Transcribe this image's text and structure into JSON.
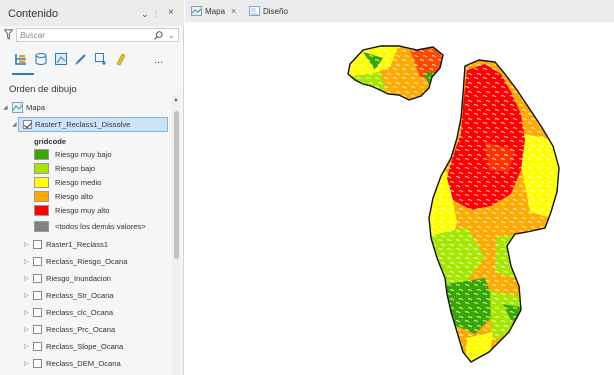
{
  "pane": {
    "title": "Contenido",
    "controls": {
      "menu": "⌄",
      "pin": "⫶",
      "close": "×"
    }
  },
  "search": {
    "placeholder": "Buscar"
  },
  "toolbar": {
    "more": "..."
  },
  "drawing_order": "Orden de dibujo",
  "tree": {
    "map": "Mapa",
    "selected_layer": "RasterT_Reclass1_Dissolve",
    "field": "gridcode",
    "legend": [
      {
        "label": "Riesgo muy bajo",
        "color": "#38a800"
      },
      {
        "label": "Riesgo bajo",
        "color": "#a6e600"
      },
      {
        "label": "Riesgo medio",
        "color": "#ffff00"
      },
      {
        "label": "Riesgo alto",
        "color": "#ffaa00"
      },
      {
        "label": "Riesgo muy alto",
        "color": "#ff0000"
      },
      {
        "label": "<todos los demás valores>",
        "color": "#828282"
      }
    ],
    "layers": [
      "Raster1_Reclass1",
      "Reclass_Riesgo_Ocana",
      "Riesgo_Inundacion",
      "Reclass_Str_Ocana",
      "Reclass_clc_Ocana",
      "Reclass_Prc_Ocana",
      "Reclass_Slope_Ocana",
      "Reclass_DEM_Ocana"
    ]
  },
  "tabs": [
    {
      "label": "Mapa",
      "close": "×"
    },
    {
      "label": "Diseño"
    }
  ],
  "colors": {
    "accent": "#2c7ac8",
    "selection": "#cfe3f7"
  }
}
